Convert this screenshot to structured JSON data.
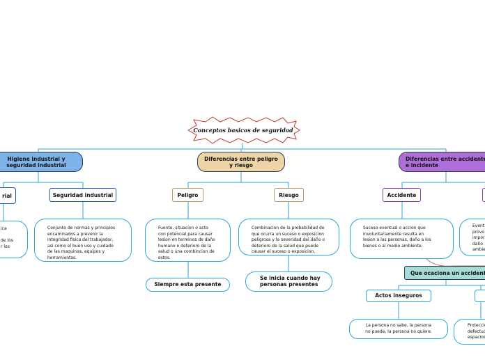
{
  "colors": {
    "connector": "#2aa6d8",
    "accent_line": "#c46a4a",
    "higiene_fill": "#7fb2e6",
    "diferencias_fill": "#ecd4a6",
    "accidente_fill": "#b06fd8",
    "ocaciona_fill": "#a6dbd6",
    "starburst_stroke": "#c0392b"
  },
  "root": {
    "title": "Conceptos basicos de seguridad",
    "icon": "starburst-shape"
  },
  "branches": {
    "higiene": {
      "label": "Higiene industrial y seguridad industrial"
    },
    "diferencias_peligro_riesgo": {
      "label": "Diferencias entre peligro y riesgo"
    },
    "diferencias_accidente": {
      "label": "Diferencias entre accidente e incidente"
    }
  },
  "higiene_children": {
    "higiene_industrial": {
      "label": "rial",
      "desc_lines": [
        "ica",
        "",
        "de los",
        "r los"
      ]
    },
    "seguridad_industrial": {
      "label": "Seguridad industrial",
      "desc_lines": [
        "Conjunto de normas y principios",
        "encaminados a prevenir la",
        "integridad fisica del trabajador,",
        "asi como el buen uso y cuidado",
        "de las maquinas, equipos y",
        "herramientas."
      ]
    }
  },
  "peligro": {
    "label": "Peligro",
    "desc_lines": [
      "Fuente, situacion o acto",
      "con potencial para causar",
      "lesion en terminos de daño",
      "humano o deterioro de la",
      "salud o una combincion de",
      "estos."
    ],
    "note": "Siempre esta presente"
  },
  "riesgo": {
    "label": "Riesgo",
    "desc_lines": [
      "Combinacion de la probabilidad de",
      "que ocurra un suceso o exposicion",
      "peligrosa y la severidad del daño o",
      "deterioro de la salud que puede",
      "causar el suceso o exposicion."
    ],
    "note_lines": [
      "Se inicia cuando hay",
      "personas presentes"
    ]
  },
  "accidente": {
    "label": "Accidente",
    "desc_lines": [
      "Suceso eventual o accion que",
      "involuntariamente resulta en",
      "lesion a las personas, daño a los",
      "bienes o al medio ambiente."
    ]
  },
  "incidente": {
    "desc_lines": [
      "Event",
      "provo",
      "impor",
      "daño",
      "ambie"
    ]
  },
  "ocaciona": {
    "label": "Que ocaciona un accidente"
  },
  "actos_inseguros": {
    "label": "Actos inseguros",
    "desc_lines": [
      "La persona no sabe, la persona",
      "no puede, la persona no quiere."
    ]
  },
  "condiciones": {
    "desc_lines": [
      "Proteccio",
      "defectuo",
      "espacios"
    ]
  }
}
